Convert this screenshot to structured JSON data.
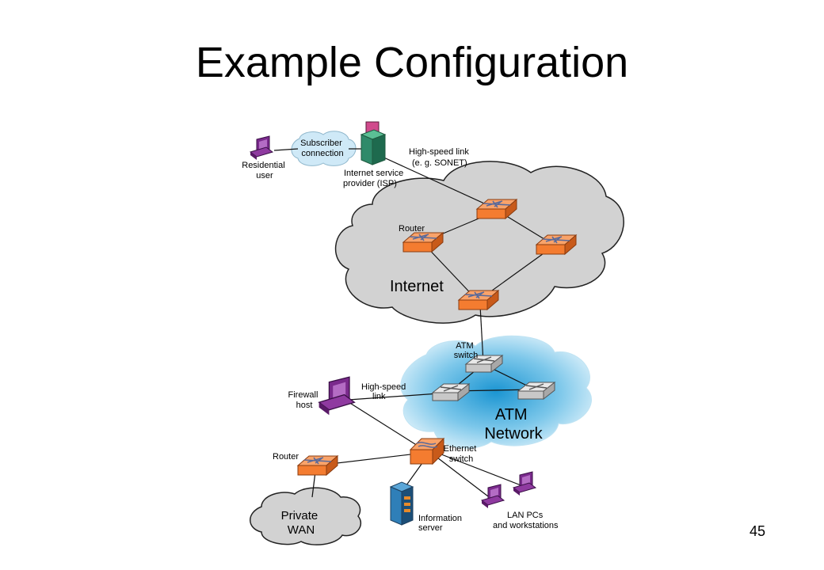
{
  "slide": {
    "title": "Example Configuration",
    "page_number": "45"
  },
  "diagram": {
    "nodes": {
      "residential_user": [
        "Residential",
        "user"
      ],
      "subscriber_connection": [
        "Subscriber",
        "connection"
      ],
      "isp": [
        "Internet service",
        "provider (ISP)"
      ],
      "high_speed_link_sonet": [
        "High-speed link",
        "(e. g. SONET)"
      ],
      "router_internet": "Router",
      "internet": "Internet",
      "atm_switch": [
        "ATM",
        "switch"
      ],
      "atm_network": [
        "ATM",
        "Network"
      ],
      "high_speed_link": [
        "High-speed",
        "link"
      ],
      "firewall_host": [
        "Firewall",
        "host"
      ],
      "ethernet_switch": [
        "Ethernet",
        "switch"
      ],
      "router_wan": "Router",
      "private_wan": [
        "Private",
        "WAN"
      ],
      "information_server": [
        "Information",
        "server"
      ],
      "lan_pcs": [
        "LAN PCs",
        "and workstations"
      ]
    },
    "colors": {
      "router_orange": "#f47c30",
      "cloud_gray": "#d4d4d4",
      "atm_cloud_blue": "#2aa3d8",
      "computer_purple": "#7a2a8c",
      "server_teal": "#2f8a6a",
      "server_blue": "#2f7fb8"
    }
  }
}
